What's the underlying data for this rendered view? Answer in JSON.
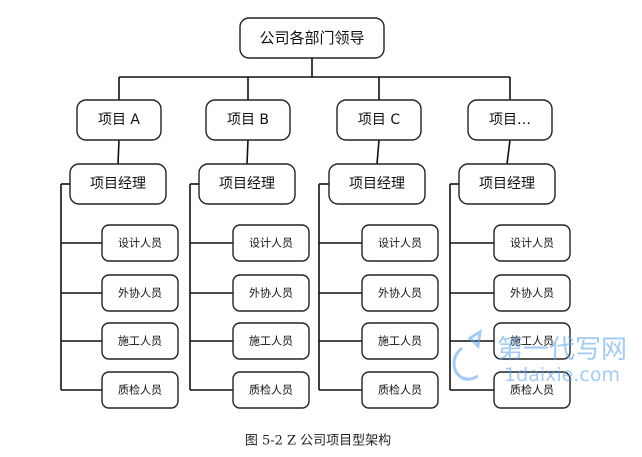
{
  "root": {
    "label": "公司各部门领导"
  },
  "projects": [
    {
      "label": "项目 A",
      "manager": "项目经理",
      "staff": [
        "设计人员",
        "外协人员",
        "施工人员",
        "质检人员"
      ]
    },
    {
      "label": "项目 B",
      "manager": "项目经理",
      "staff": [
        "设计人员",
        "外协人员",
        "施工人员",
        "质检人员"
      ]
    },
    {
      "label": "项目 C",
      "manager": "项目经理",
      "staff": [
        "设计人员",
        "外协人员",
        "施工人员",
        "质检人员"
      ]
    },
    {
      "label": "项目…",
      "manager": "项目经理",
      "staff": [
        "设计人员",
        "外协人员",
        "施工人员",
        "质检人员"
      ]
    }
  ],
  "caption": "图 5-2 Z 公司项目型架构",
  "watermark": {
    "line1": "第一代写网",
    "line2": "1daixie.com",
    "color": "#5aa0e6"
  }
}
